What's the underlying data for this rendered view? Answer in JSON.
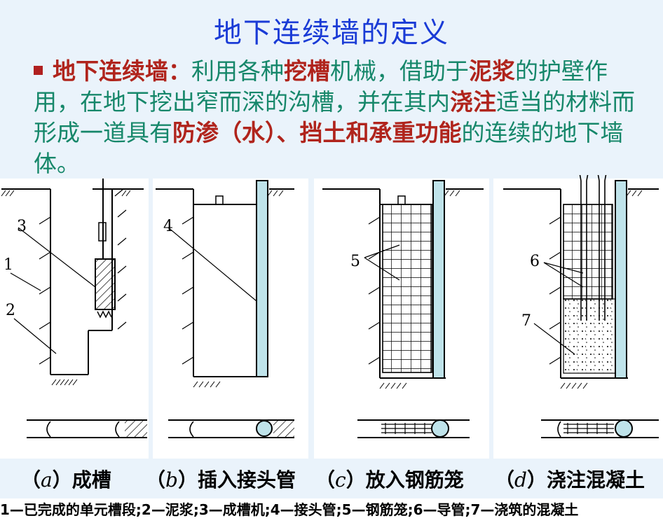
{
  "title": "地下连续墙的定义",
  "definition": {
    "parts": [
      {
        "text": "地下连续墙：",
        "em": true
      },
      {
        "text": "利用各种",
        "em": false
      },
      {
        "text": "挖槽",
        "em": true
      },
      {
        "text": "机械，借助于",
        "em": false
      },
      {
        "text": "泥浆",
        "em": true
      },
      {
        "text": "的护壁作用，在地下挖出窄而深的沟槽，并在其内",
        "em": false
      },
      {
        "text": "浇注",
        "em": true
      },
      {
        "text": "适当的材料而形成一道具有",
        "em": false
      },
      {
        "text": "防渗（水）、挡土和承重功能",
        "em": true
      },
      {
        "text": "的连续的地下墙体。",
        "em": false
      }
    ]
  },
  "labels": {
    "n1": "1",
    "n2": "2",
    "n3": "3",
    "n4": "4",
    "n5": "5",
    "n6": "6",
    "n7": "7"
  },
  "captions": {
    "a_letter": "a",
    "a_text": "成槽",
    "b_letter": "b",
    "b_text": "插入接头管",
    "c_letter": "c",
    "c_text": "放入钢筋笼",
    "d_letter": "d",
    "d_text": "浇注混凝土"
  },
  "legend": "1—已完成的单元槽段;2—泥浆;3—成槽机;4—接头管;5—钢筋笼;6—导管;7—浇筑的混凝土",
  "colors": {
    "title": "#1a3bd6",
    "text": "#16876a",
    "emphasis": "#b0241c",
    "pipe": "#bfe3ea"
  }
}
